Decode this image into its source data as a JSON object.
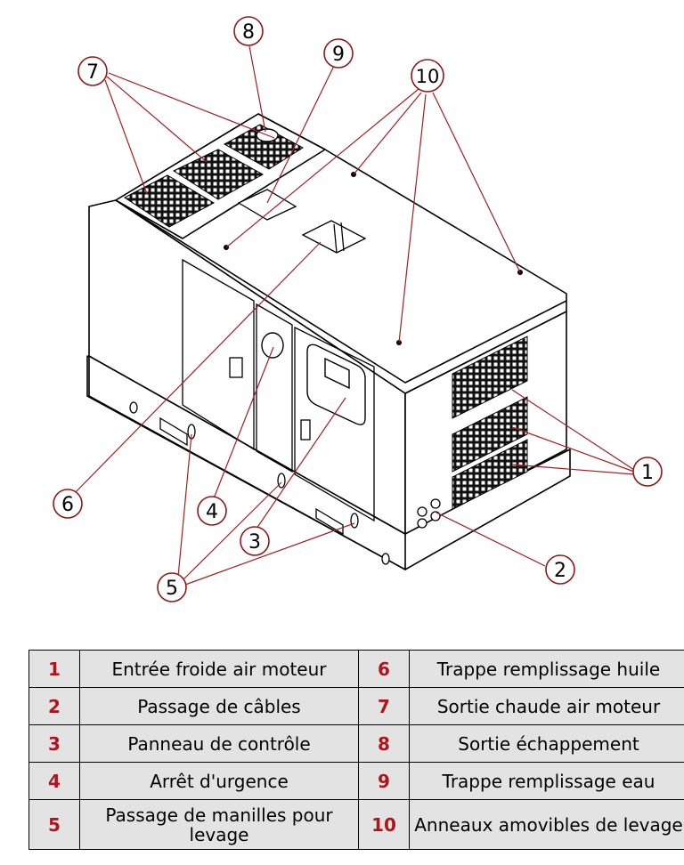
{
  "callouts": {
    "c1": "1",
    "c2": "2",
    "c3": "3",
    "c4": "4",
    "c5": "5",
    "c6": "6",
    "c7": "7",
    "c8": "8",
    "c9": "9",
    "c10": "10"
  },
  "legend": {
    "rows": [
      {
        "left_num": "1",
        "left_label": "Entrée froide air moteur",
        "right_num": "6",
        "right_label": "Trappe remplissage huile"
      },
      {
        "left_num": "2",
        "left_label": "Passage de câbles",
        "right_num": "7",
        "right_label": "Sortie chaude air moteur"
      },
      {
        "left_num": "3",
        "left_label": "Panneau de contrôle",
        "right_num": "8",
        "right_label": "Sortie échappement"
      },
      {
        "left_num": "4",
        "left_label": "Arrêt d'urgence",
        "right_num": "9",
        "right_label": "Trappe remplissage eau"
      },
      {
        "left_num": "5",
        "left_label": "Passage de manilles pour levage",
        "right_num": "10",
        "right_label": "Anneaux amovibles de levage"
      }
    ]
  },
  "colors": {
    "callout": "#8b1a1a",
    "leader": "#a02020",
    "cell_bg": "#e3e3e3",
    "number": "#b0141c"
  }
}
